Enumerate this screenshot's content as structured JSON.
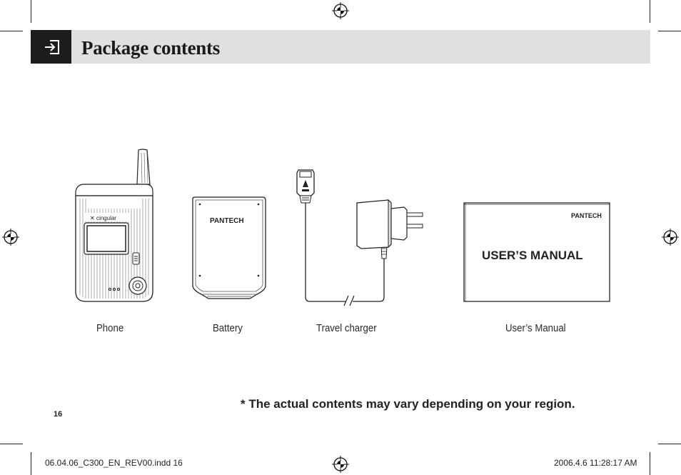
{
  "header": {
    "title": "Package contents",
    "icon": "package-enter-icon",
    "bar_color": "#e0e0e0",
    "icon_box_color": "#1c1c1c"
  },
  "items": [
    {
      "label": "Phone",
      "icon": "phone-illustration",
      "brand_text": "cingular"
    },
    {
      "label": "Battery",
      "icon": "battery-illustration",
      "brand_text": "PANTECH"
    },
    {
      "label": "Travel charger",
      "icon": "charger-illustration"
    },
    {
      "label": "User’s Manual",
      "icon": "manual-illustration",
      "brand_text": "PANTECH",
      "cover_title": "USER’S MANUAL"
    }
  ],
  "note": "* The actual contents may vary depending on your region.",
  "page_number": "16",
  "footer": {
    "file": "06.04.06_C300_EN_REV00.indd   16",
    "date": "2006.4.6   11:28:17 AM"
  }
}
